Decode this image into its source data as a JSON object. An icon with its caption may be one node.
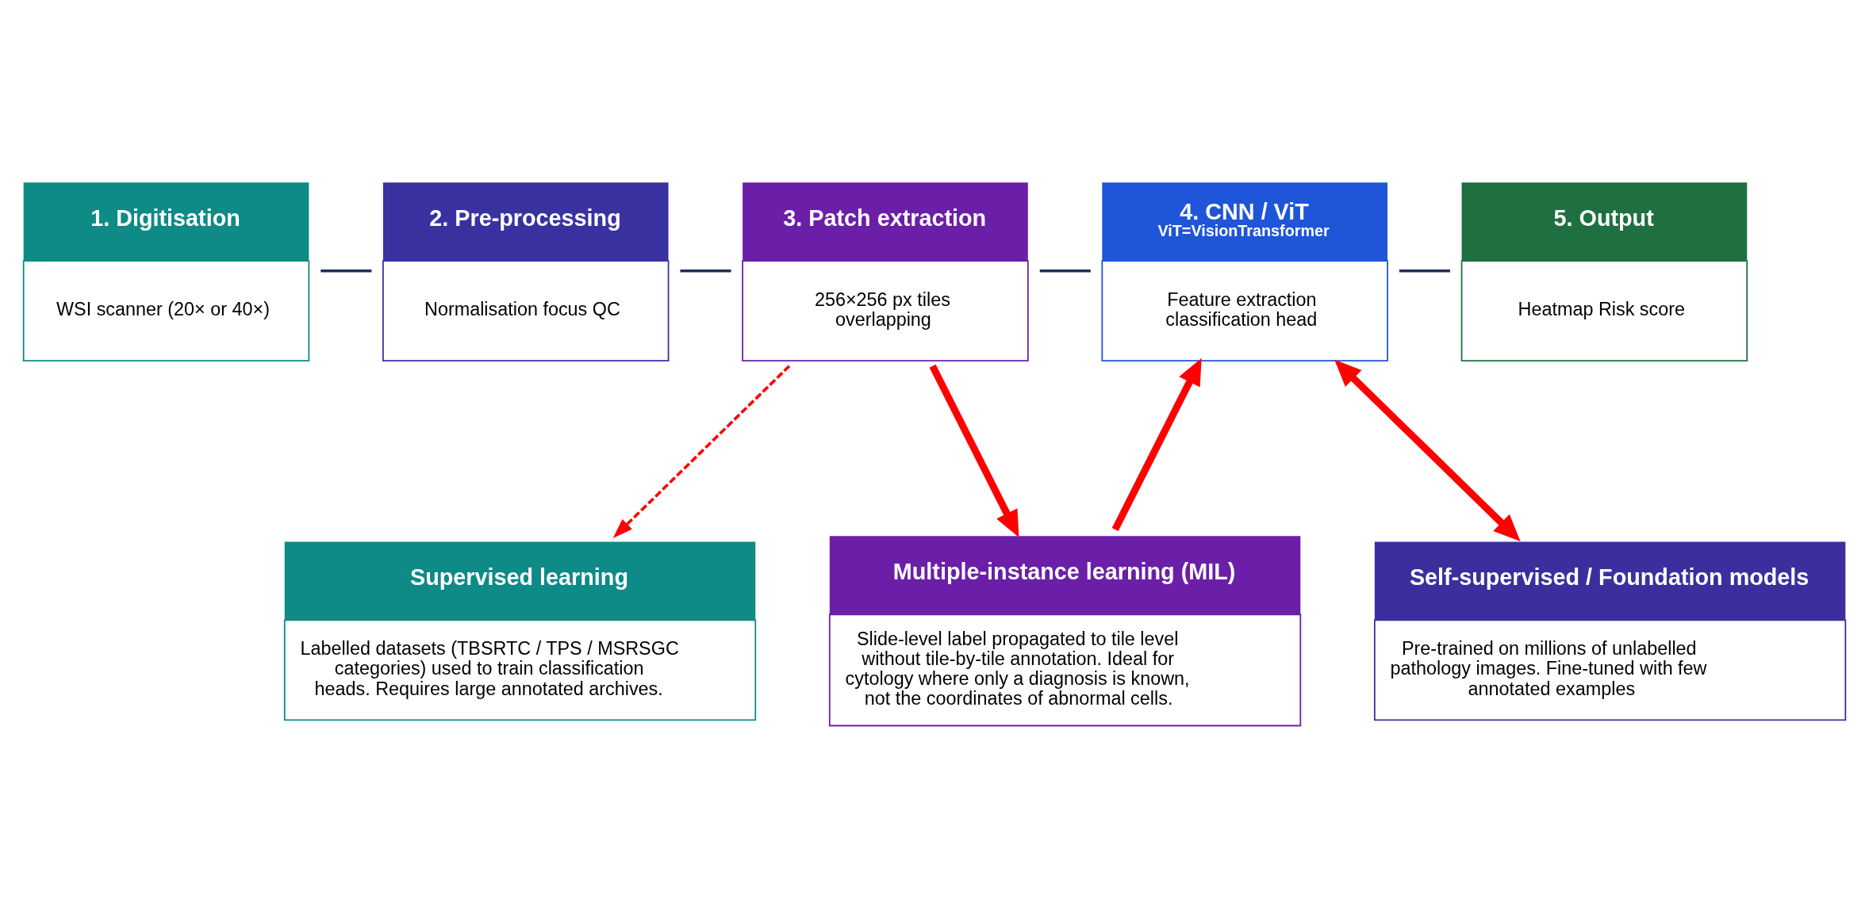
{
  "diagram": {
    "nodes": [
      {
        "text": [
          "1. Digitisation",
          "WSI scanner (20× or 40×)"
        ]
      },
      {
        "text": [
          "2. Pre-processing",
          "Normalisation focus QC"
        ]
      },
      {
        "text": [
          "3. Patch extraction",
          "256×256 px tiles overlapping"
        ]
      },
      {
        "text": [
          "4. CNN / ViT",
          "ViT=VisionTransformer",
          "Feature extraction classification head"
        ]
      },
      {
        "text": [
          "5. Output",
          "Heatmap Risk score"
        ]
      },
      {
        "text": [
          "Supervised learning",
          "Labelled datasets (TBSRTC / TPS / MSRSGC categories) used to train classification heads. Requires large annotated archives."
        ]
      },
      {
        "text": [
          "Multiple-instance learning (MIL)",
          "Slide-level label propagated to tile level without tile-by-tile annotation. Ideal for cytology where only a diagnosis is known, not the coordinates of abnormal cells."
        ]
      },
      {
        "text": [
          "Self-supervised / Foundation models",
          "Pre-trained on millions of unlabelled pathology images. Fine-tuned with few annotated examples"
        ]
      }
    ],
    "edges": [
      {
        "from": 0,
        "to": 1,
        "arrow": "none"
      },
      {
        "from": 1,
        "to": 2,
        "arrow": "none"
      },
      {
        "from": 2,
        "to": 3,
        "arrow": "none"
      },
      {
        "from": 3,
        "to": 4,
        "arrow": "none"
      },
      {
        "from": 2,
        "to": 5,
        "arrow": "to",
        "style": "dashed",
        "color": "#ff0000"
      },
      {
        "from": 2,
        "to": 6,
        "arrow": "to",
        "style": "thick",
        "color": "#ff0000"
      },
      {
        "from": 6,
        "to": 3,
        "arrow": "to",
        "style": "thick",
        "color": "#ff0000"
      },
      {
        "from": 3,
        "to": 7,
        "arrow": "both",
        "style": "thick",
        "color": "#ff0000"
      }
    ]
  }
}
